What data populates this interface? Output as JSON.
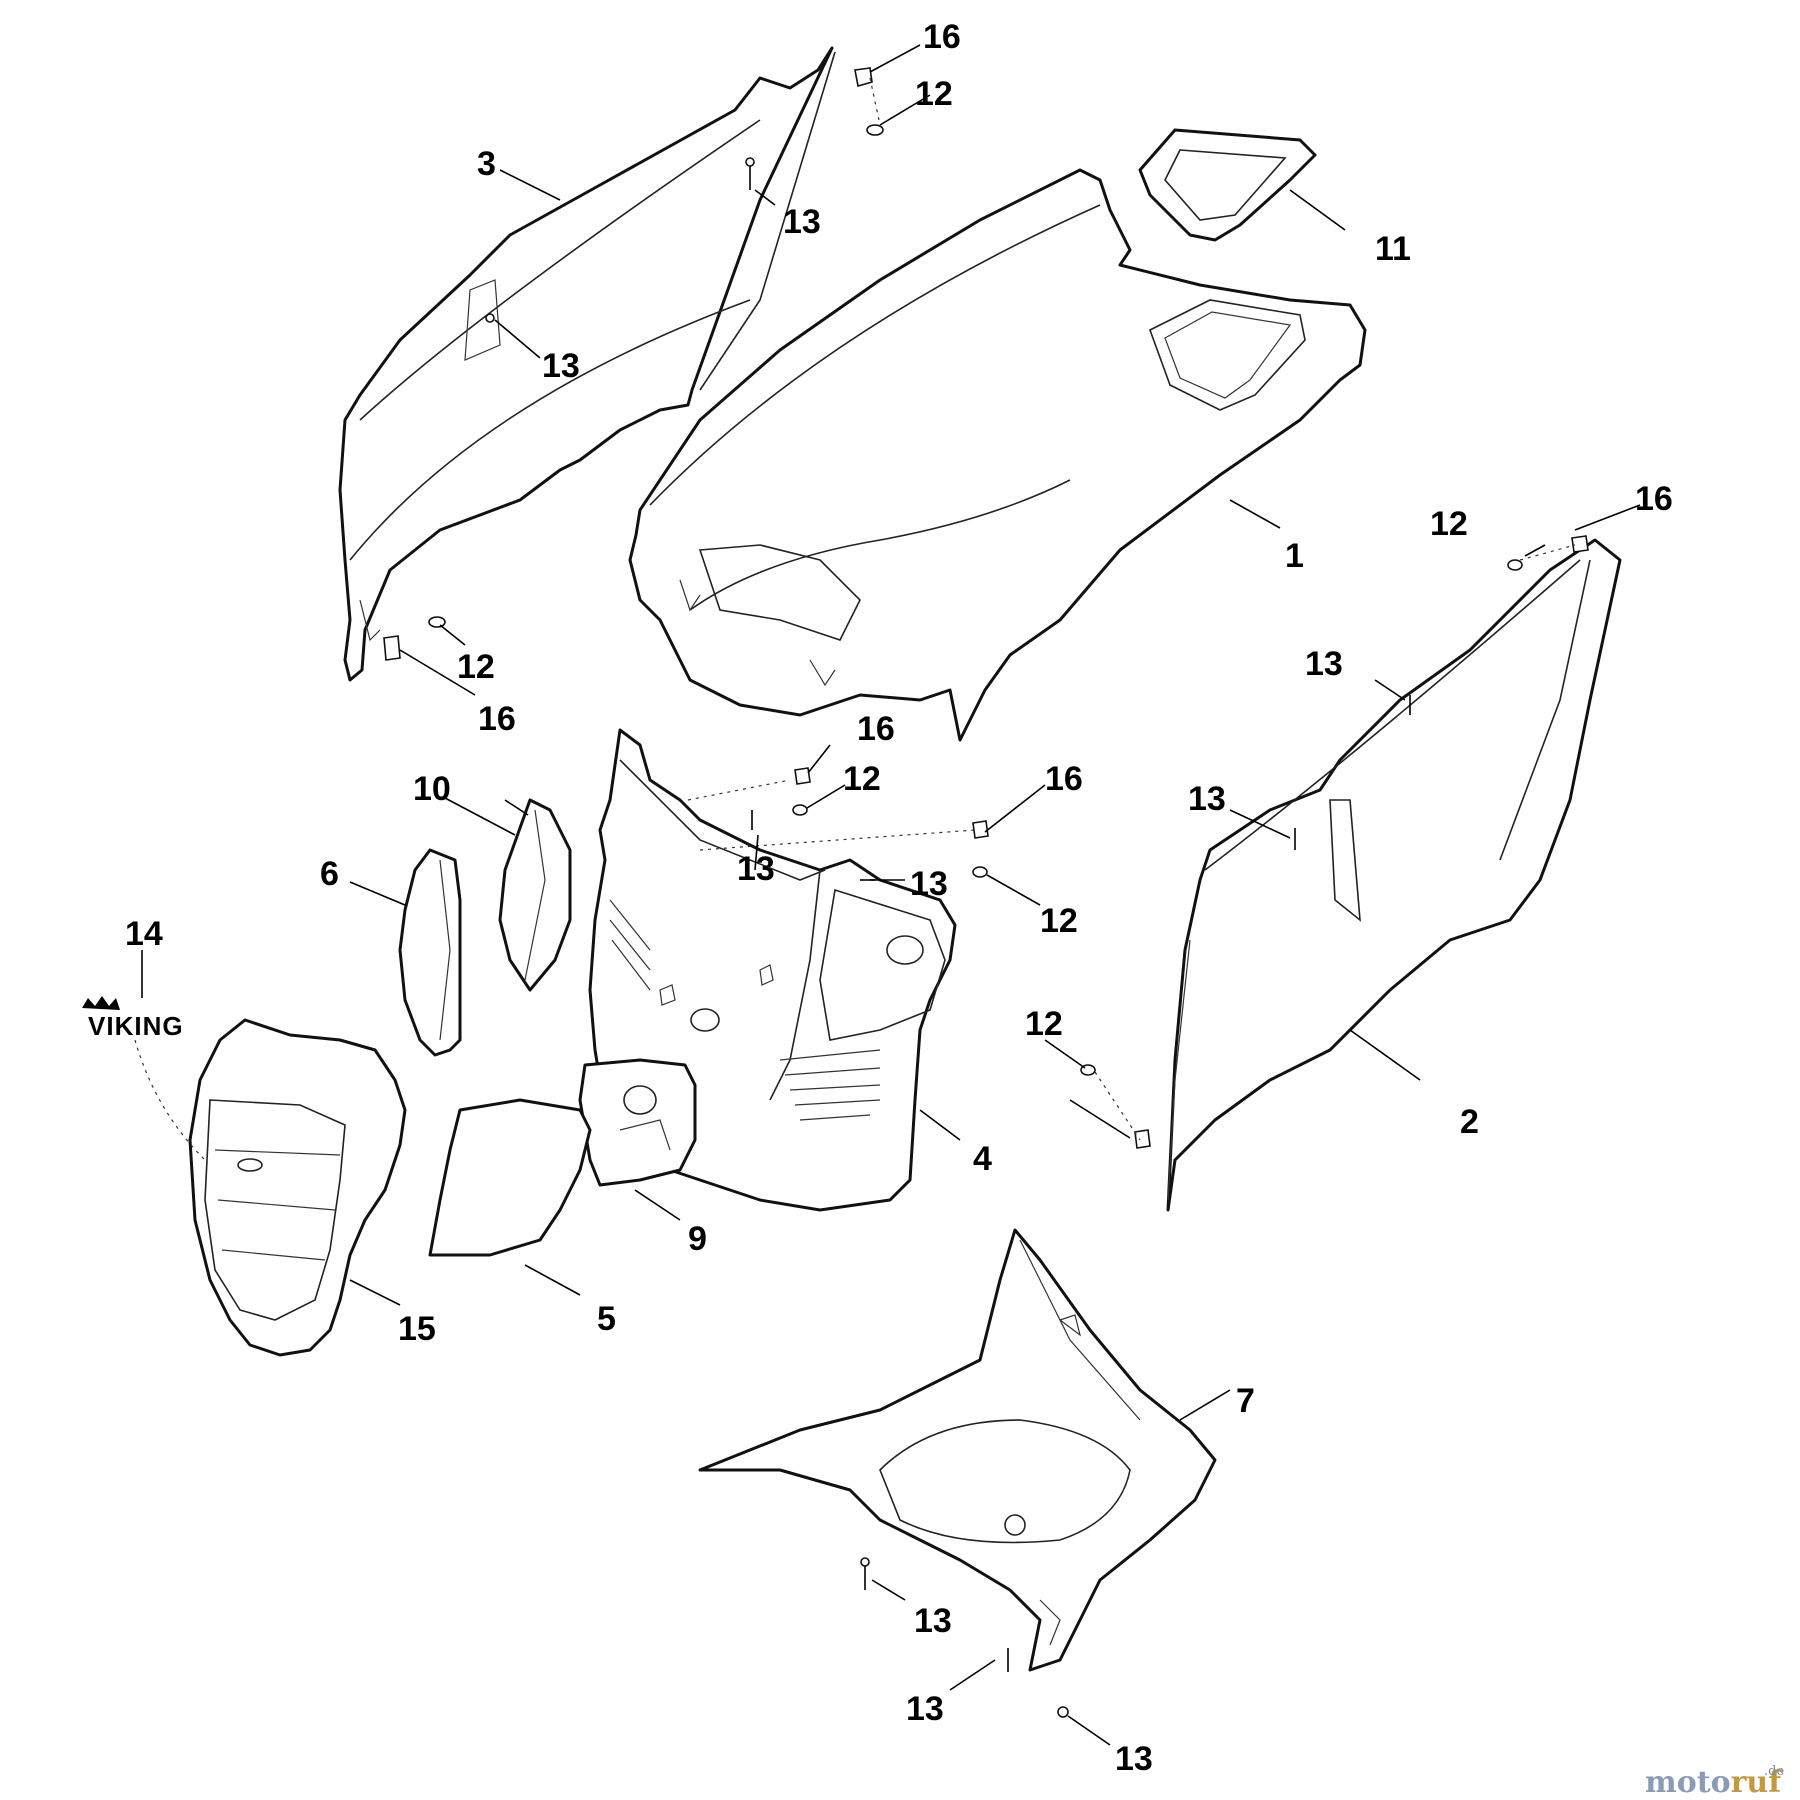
{
  "diagram": {
    "callouts": [
      {
        "id": "c1",
        "label": "1"
      },
      {
        "id": "c2",
        "label": "2"
      },
      {
        "id": "c3",
        "label": "3"
      },
      {
        "id": "c4",
        "label": "4"
      },
      {
        "id": "c5",
        "label": "5"
      },
      {
        "id": "c6",
        "label": "6"
      },
      {
        "id": "c7",
        "label": "7"
      },
      {
        "id": "c9",
        "label": "9"
      },
      {
        "id": "c10",
        "label": "10"
      },
      {
        "id": "c11",
        "label": "11"
      },
      {
        "id": "c12a",
        "label": "12"
      },
      {
        "id": "c12b",
        "label": "12"
      },
      {
        "id": "c12c",
        "label": "12"
      },
      {
        "id": "c12d",
        "label": "12"
      },
      {
        "id": "c12e",
        "label": "12"
      },
      {
        "id": "c12f",
        "label": "12"
      },
      {
        "id": "c13a",
        "label": "13"
      },
      {
        "id": "c13b",
        "label": "13"
      },
      {
        "id": "c13c",
        "label": "13"
      },
      {
        "id": "c13d",
        "label": "13"
      },
      {
        "id": "c13e",
        "label": "13"
      },
      {
        "id": "c13f",
        "label": "13"
      },
      {
        "id": "c13g",
        "label": "13"
      },
      {
        "id": "c13h",
        "label": "13"
      },
      {
        "id": "c13i",
        "label": "13"
      },
      {
        "id": "c14",
        "label": "14"
      },
      {
        "id": "c15",
        "label": "15"
      },
      {
        "id": "c16a",
        "label": "16"
      },
      {
        "id": "c16b",
        "label": "16"
      },
      {
        "id": "c16c",
        "label": "16"
      },
      {
        "id": "c16d",
        "label": "16"
      },
      {
        "id": "c16e",
        "label": "16"
      }
    ],
    "logo_text": "VIKING",
    "watermark": {
      "main": "motoruf",
      "tld": ".de"
    }
  }
}
